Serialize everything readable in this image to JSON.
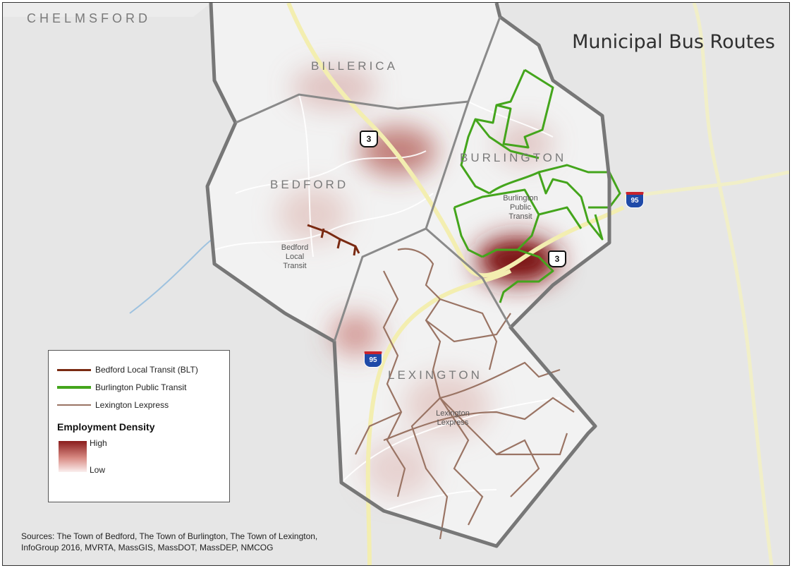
{
  "title": "Municipal Bus Routes",
  "places": {
    "chelmsford": "CHELMSFORD",
    "billerica": "BILLERICA",
    "bedford": "BEDFORD",
    "burlington": "BURLINGTON",
    "lexington": "LEXINGTON"
  },
  "route_labels": {
    "bedford": "Bedford\nLocal\nTransit",
    "burlington": "Burlington\nPublic\nTransit",
    "lexington": "Lexington\nLexpress"
  },
  "shields": {
    "us3_top": "3",
    "us3_bottom": "3",
    "i95_east": "95",
    "i95_south": "95"
  },
  "legend": {
    "items": [
      {
        "label": "Bedford Local Transit (BLT)",
        "color": "#7a2a12"
      },
      {
        "label": "Burlington Public Transit",
        "color": "#44a51c"
      },
      {
        "label": "Lexington Lexpress",
        "color": "#9a7464"
      }
    ],
    "heading": "Employment Density",
    "high": "High",
    "low": "Low"
  },
  "sources_line1": "Sources: The Town of Bedford, The Town of Burlington, The Town of Lexington,",
  "sources_line2": "InfoGroup 2016, MVRTA, MassGIS, MassDOT, MassDEP, NMCOG",
  "colors": {
    "background": "#e6e6e6",
    "town_fill": "#f2f2f2",
    "boundary": "#777777",
    "highway": "#f3eeb0",
    "density_high": "#8a1c1c"
  }
}
